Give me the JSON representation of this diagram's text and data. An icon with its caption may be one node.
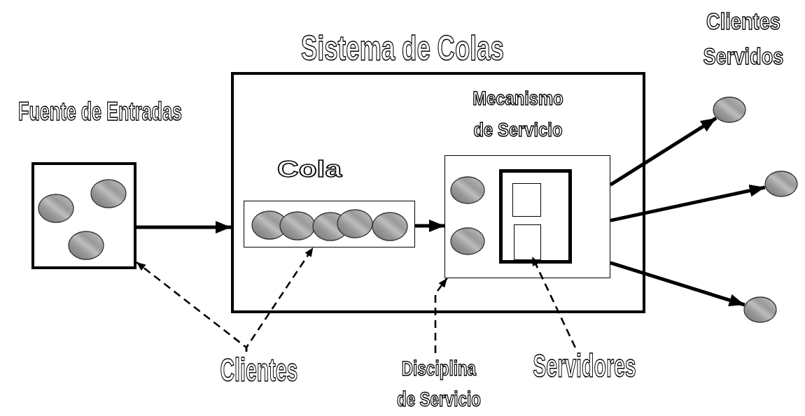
{
  "diagram": {
    "nodes": [
      {
        "text": [
          "Fuente de Entradas"
        ]
      },
      {
        "text": [
          "Sistema de Colas"
        ]
      },
      {
        "text": [
          "Cola"
        ],
        "in": 1
      },
      {
        "text": [
          "Mecanismo de Servicio"
        ],
        "in": 1
      },
      {
        "text": [],
        "shape": "box",
        "in": 3
      },
      {
        "text": [],
        "shape": "box",
        "in": 4
      },
      {
        "text": [],
        "shape": "box",
        "in": 4
      },
      {
        "text": [],
        "shape": "circle"
      },
      {
        "text": [],
        "shape": "circle"
      },
      {
        "text": [],
        "shape": "circle"
      },
      {
        "text": [
          "Clientes"
        ]
      },
      {
        "text": [
          "Disciplina de Servicio"
        ]
      },
      {
        "text": [
          "Servidores"
        ]
      },
      {
        "text": [],
        "shape": "circle",
        "in": 3
      },
      {
        "text": [],
        "shape": "circle",
        "in": 3
      }
    ],
    "edges": [
      {
        "from": 0,
        "to": 1,
        "arrow": "to"
      },
      {
        "from": 2,
        "to": 3,
        "arrow": "to"
      },
      {
        "from": 3,
        "to": 7,
        "arrow": "to"
      },
      {
        "from": 3,
        "to": 8,
        "arrow": "to"
      },
      {
        "from": 3,
        "to": 9,
        "arrow": "to"
      },
      {
        "from": 10,
        "to": 0,
        "arrow": "to",
        "style": "dashed"
      },
      {
        "from": 10,
        "to": 2,
        "arrow": "to",
        "style": "dashed"
      },
      {
        "from": 11,
        "to": 3,
        "arrow": "to",
        "style": "dashed"
      },
      {
        "from": 12,
        "to": 6,
        "arrow": "to",
        "style": "dashed"
      }
    ],
    "labels": [
      "Clientes Servidos"
    ]
  }
}
